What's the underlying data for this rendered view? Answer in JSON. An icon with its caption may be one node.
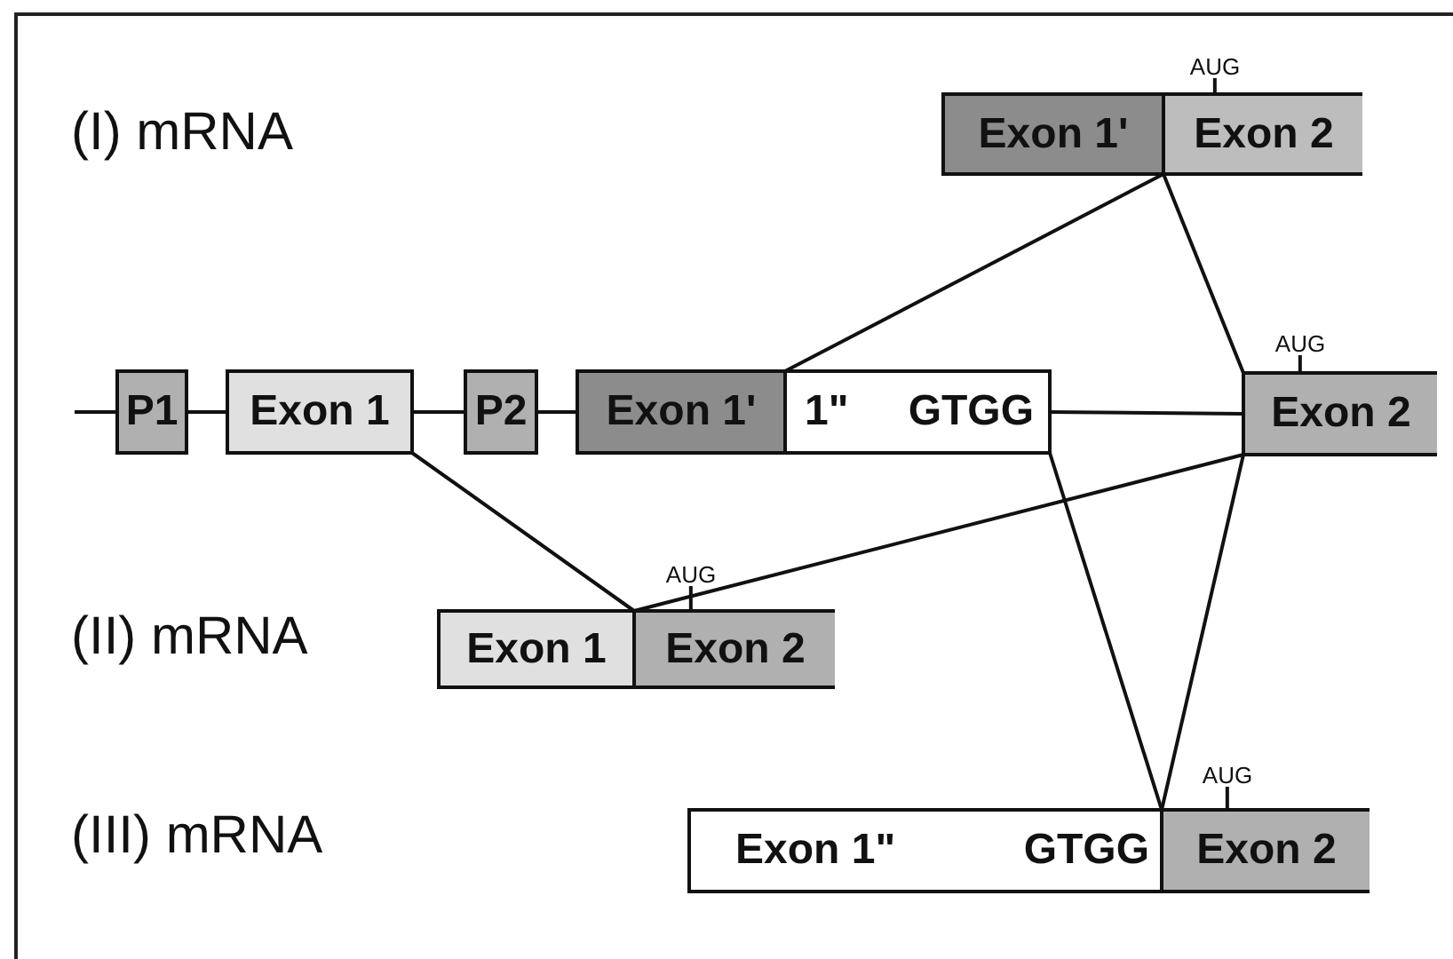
{
  "diagram": {
    "nodes": [
      {
        "text": [
          "Exon 1'"
        ]
      },
      {
        "text": [
          "Exon 2"
        ],
        "beside": [
          "AUG"
        ]
      },
      {
        "text": [
          "P1"
        ]
      },
      {
        "text": [
          "Exon 1"
        ]
      },
      {
        "text": [
          "P2"
        ]
      },
      {
        "text": [
          "Exon 1'"
        ]
      },
      {
        "text": [
          "1\"",
          "GTGG"
        ]
      },
      {
        "text": [
          "Exon 2"
        ],
        "beside": [
          "AUG"
        ]
      },
      {
        "text": [
          "Exon 1"
        ]
      },
      {
        "text": [
          "Exon 2"
        ],
        "beside": [
          "AUG"
        ]
      },
      {
        "text": [
          "Exon 1\"",
          "GTGG"
        ]
      },
      {
        "text": [
          "Exon 2"
        ],
        "beside": [
          "AUG"
        ]
      }
    ],
    "edges": [
      {
        "from": null,
        "to": 2,
        "arrow": "none"
      },
      {
        "from": 2,
        "to": 3,
        "arrow": "none"
      },
      {
        "from": 3,
        "to": 4,
        "arrow": "none"
      },
      {
        "from": 4,
        "to": 5,
        "arrow": "none"
      },
      {
        "from": 6,
        "to": 7,
        "arrow": "none"
      },
      {
        "from": 5,
        "to": 0,
        "arrow": "none"
      },
      {
        "from": 7,
        "to": 1,
        "arrow": "none"
      },
      {
        "from": 3,
        "to": 8,
        "arrow": "none"
      },
      {
        "from": 7,
        "to": 9,
        "arrow": "none"
      },
      {
        "from": 6,
        "to": 10,
        "arrow": "none"
      },
      {
        "from": 7,
        "to": 11,
        "arrow": "none"
      }
    ],
    "labels": [
      "(I) mRNA",
      "(II) mRNA",
      "(III) mRNA"
    ]
  }
}
